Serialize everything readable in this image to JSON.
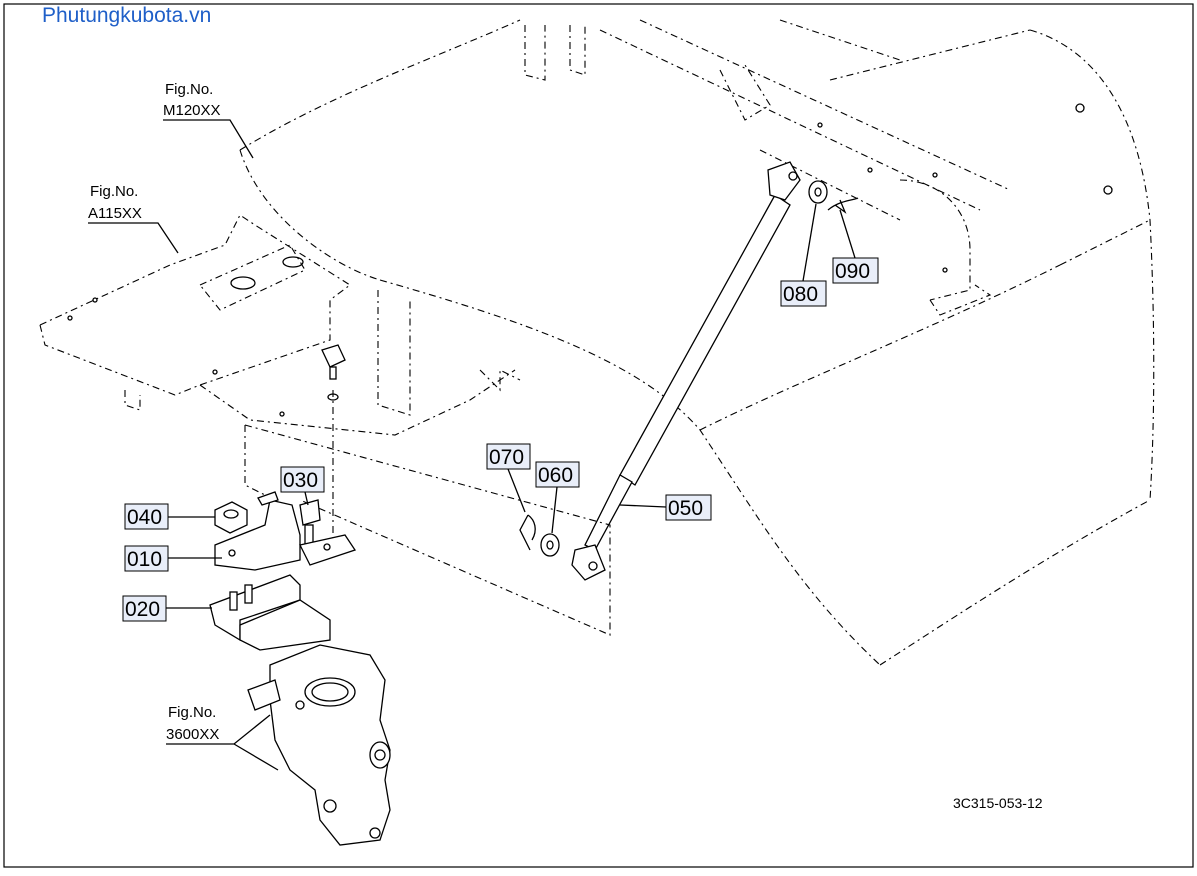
{
  "watermark": "Phutungkubota.vn",
  "figure_refs": [
    {
      "fig_label": "Fig.No.",
      "fig_no": "M120XX"
    },
    {
      "fig_label": "Fig.No.",
      "fig_no": "A115XX"
    },
    {
      "fig_label": "Fig.No.",
      "fig_no": "3600XX"
    }
  ],
  "callouts": [
    "010",
    "020",
    "030",
    "040",
    "050",
    "060",
    "070",
    "080",
    "090"
  ],
  "diagram_code": "3C315-053-12"
}
